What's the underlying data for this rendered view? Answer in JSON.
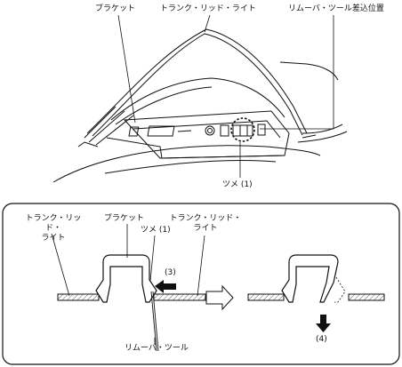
{
  "top_figure": {
    "label_bracket": "ブラケット",
    "label_trunk_lid_light": "トランク・リッド・ライト",
    "label_remover_tool_insert_position": "リムーバ・ツール差込位置",
    "label_tab_1": "ツメ (1)"
  },
  "detail_figure": {
    "label_trunk_lid_light_left": "トランク・リッド・\nライト",
    "label_bracket": "ブラケット",
    "label_tab_1": "ツメ (1)",
    "label_trunk_lid_light_right": "トランク・リッド・\nライト",
    "label_step_3": "(3)",
    "label_step_4": "(4)",
    "label_remover_tool": "リムーバ・ツール"
  }
}
